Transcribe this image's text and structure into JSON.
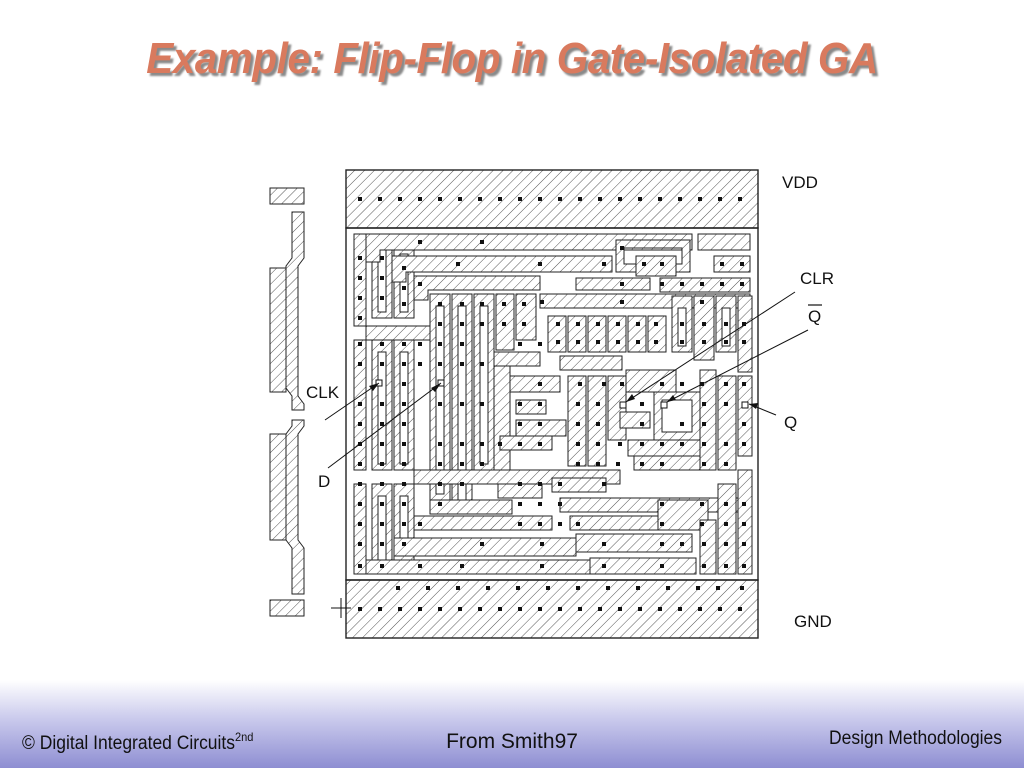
{
  "slide": {
    "title": "Example: Flip-Flop in Gate-Isolated GA"
  },
  "layout_labels": {
    "vdd": "VDD",
    "clr": "CLR",
    "q_bar": "Q",
    "q": "Q",
    "clk": "CLK",
    "d": "D",
    "gnd": "GND"
  },
  "footer": {
    "copyright": "© Digital Integrated Circuits",
    "edition": "2nd",
    "source": "From Smith97",
    "chapter": "Design Methodologies"
  },
  "colors": {
    "title": "#d97a5e",
    "footer_gradient_end": "#8e8ed2"
  }
}
